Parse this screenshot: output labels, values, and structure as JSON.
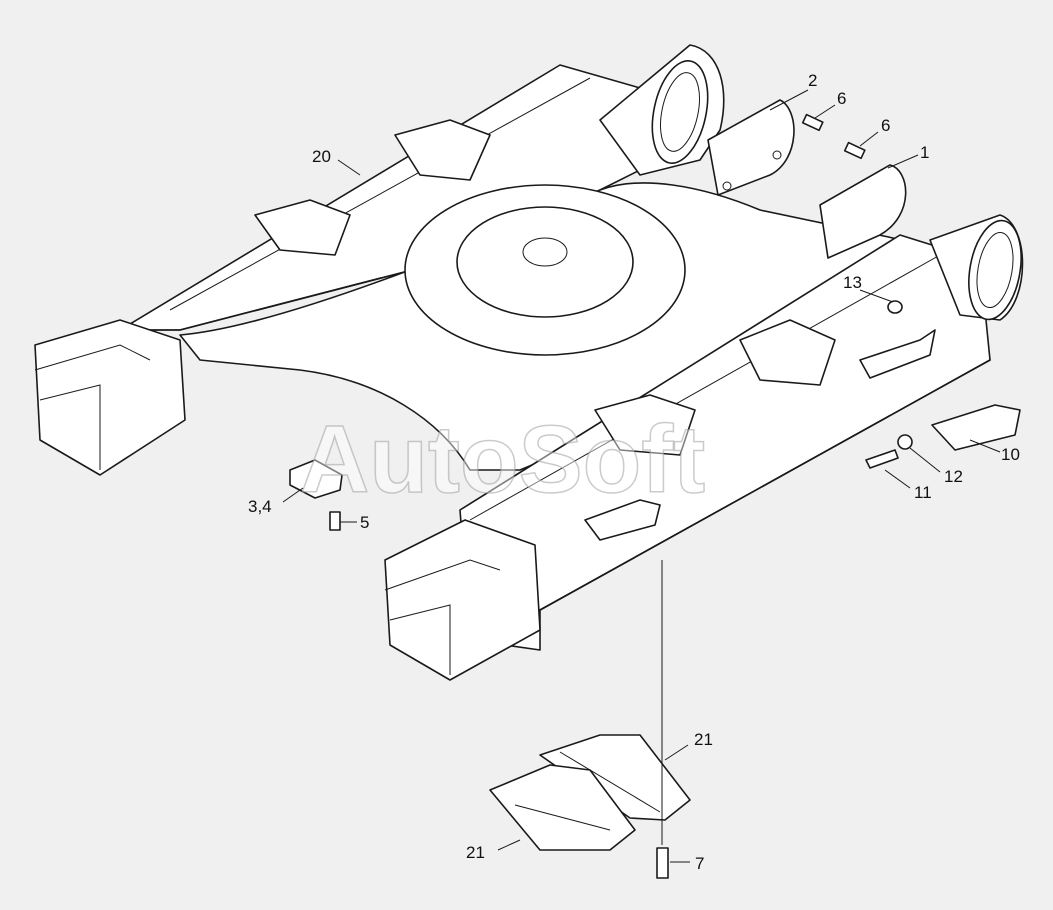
{
  "watermark": "AutoSoft",
  "callouts": {
    "c1": "1",
    "c2": "2",
    "c6a": "6",
    "c6b": "6",
    "c13": "13",
    "c20": "20",
    "c34": "3,4",
    "c5": "5",
    "c10": "10",
    "c12": "12",
    "c11": "11",
    "c21a": "21",
    "c21b": "21",
    "c7": "7"
  }
}
